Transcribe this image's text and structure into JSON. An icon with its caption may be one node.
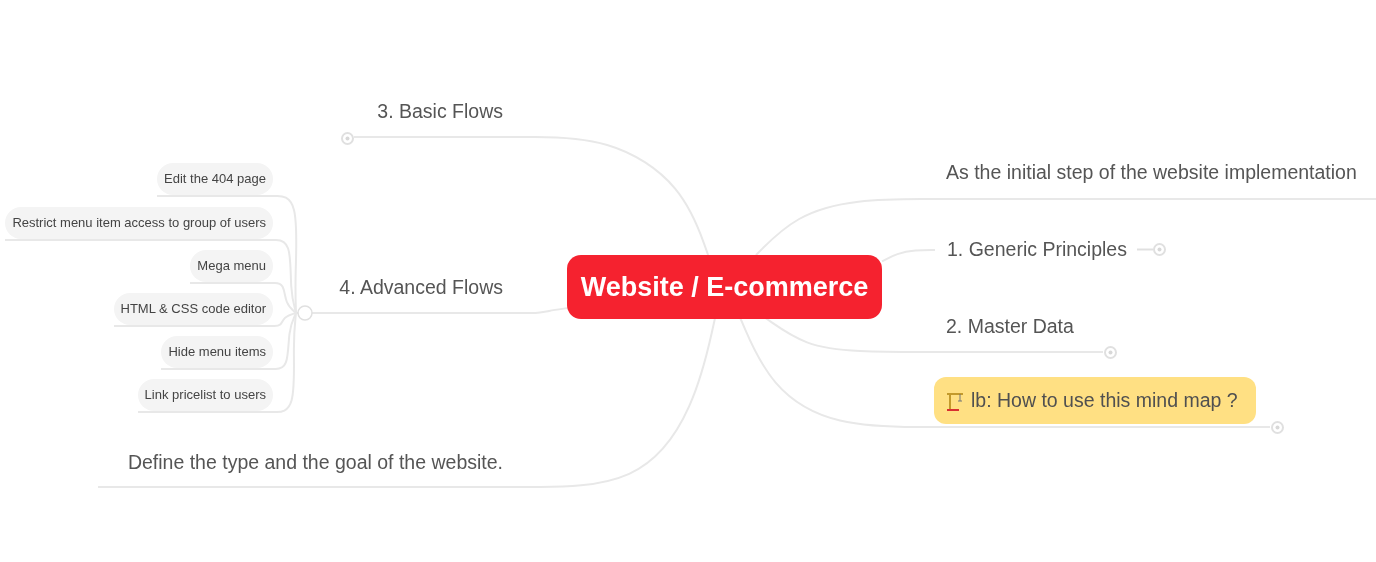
{
  "diagram": {
    "nodes": [
      {
        "text": [
          "Website / E-commerce"
        ]
      },
      {
        "text": [
          "3. Basic Flows"
        ]
      },
      {
        "text": [
          "4. Advanced Flows"
        ]
      },
      {
        "text": [
          "Edit the 404 page"
        ]
      },
      {
        "text": [
          "Restrict menu item access to group of users"
        ]
      },
      {
        "text": [
          "Mega menu"
        ]
      },
      {
        "text": [
          "HTML & CSS code editor"
        ]
      },
      {
        "text": [
          "Hide menu items"
        ]
      },
      {
        "text": [
          "Link pricelist to users"
        ]
      },
      {
        "text": [
          "Define the type and the goal of the website."
        ]
      },
      {
        "text": [
          "As the initial step of the website implementation"
        ]
      },
      {
        "text": [
          "1. Generic Principles"
        ]
      },
      {
        "text": [
          "2. Master Data"
        ]
      },
      {
        "text": [
          "lb: How to use this mind map ?"
        ]
      }
    ],
    "edges": [
      {
        "from": 0,
        "to": 1,
        "arrow": "none"
      },
      {
        "from": 0,
        "to": 2,
        "arrow": "none"
      },
      {
        "from": 2,
        "to": 3,
        "arrow": "none"
      },
      {
        "from": 2,
        "to": 4,
        "arrow": "none"
      },
      {
        "from": 2,
        "to": 5,
        "arrow": "none"
      },
      {
        "from": 2,
        "to": 6,
        "arrow": "none"
      },
      {
        "from": 2,
        "to": 7,
        "arrow": "none"
      },
      {
        "from": 2,
        "to": 8,
        "arrow": "none"
      },
      {
        "from": 0,
        "to": 9,
        "arrow": "none"
      },
      {
        "from": 0,
        "to": 10,
        "arrow": "none"
      },
      {
        "from": 0,
        "to": 11,
        "arrow": "none"
      },
      {
        "from": 0,
        "to": 12,
        "arrow": "none"
      },
      {
        "from": 0,
        "to": 13,
        "arrow": "none"
      }
    ]
  }
}
